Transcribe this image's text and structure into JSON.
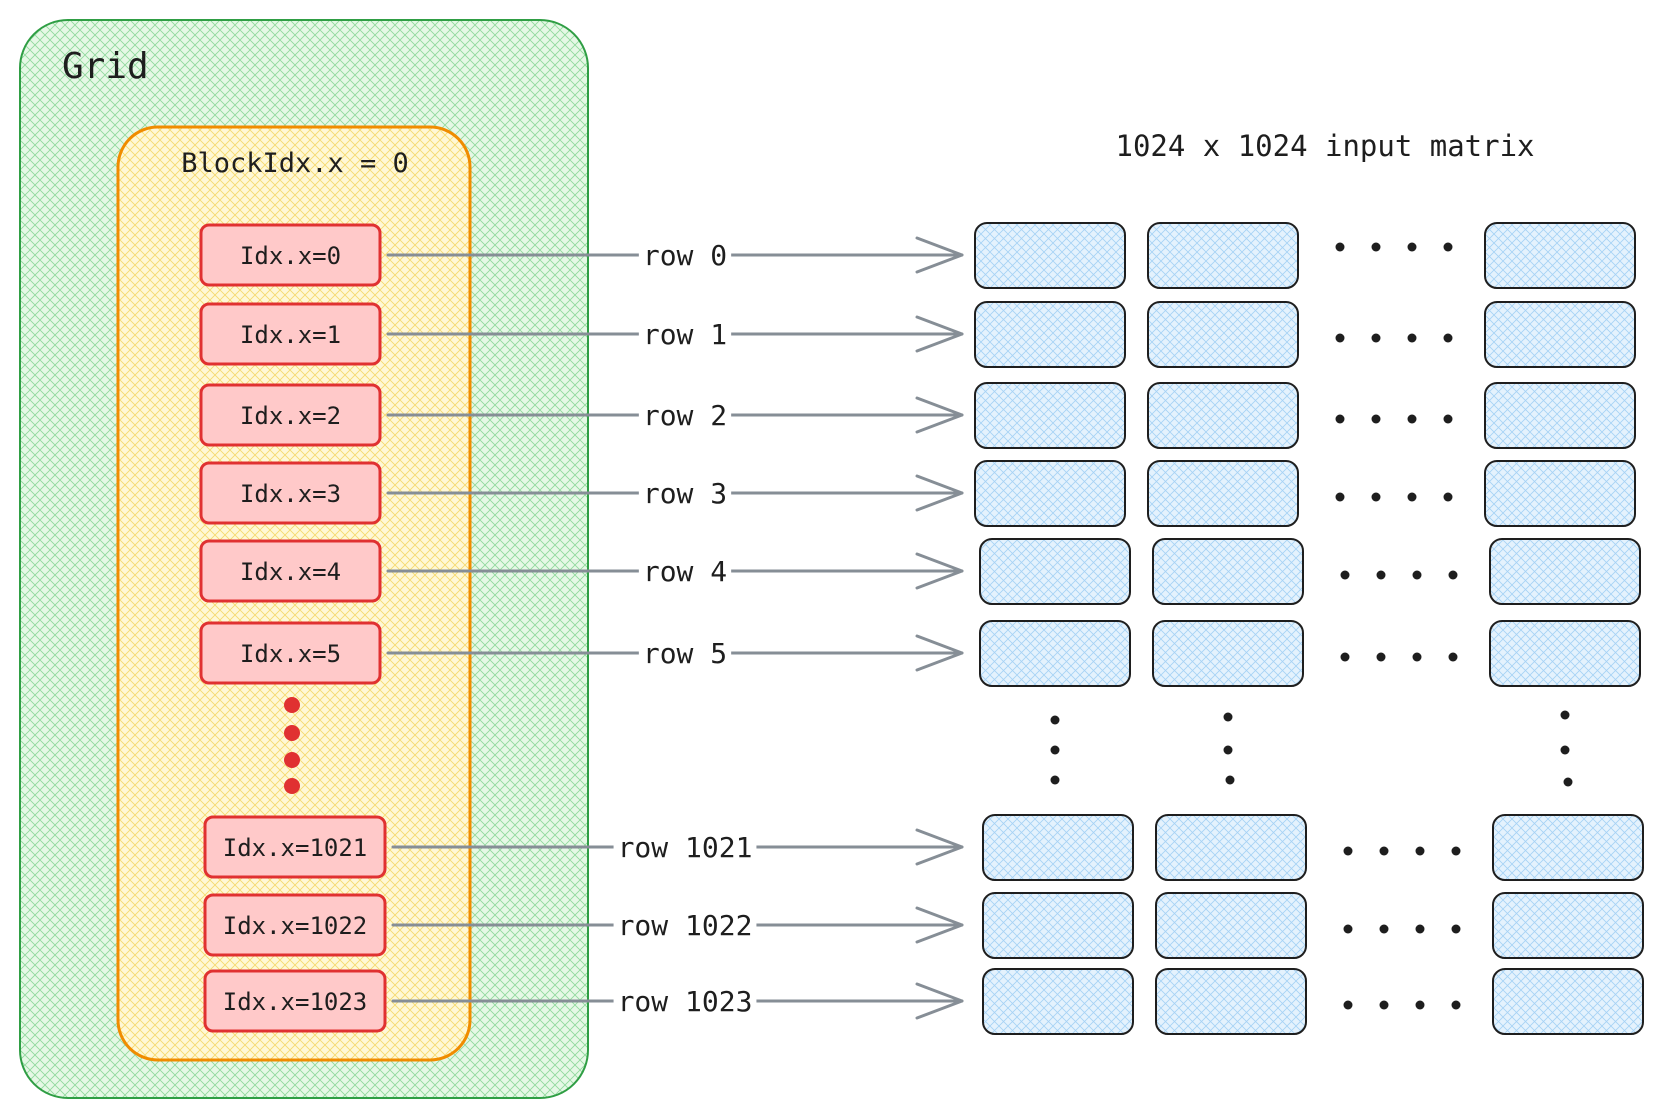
{
  "grid": {
    "title": "Grid"
  },
  "block": {
    "title": "BlockIdx.x = 0"
  },
  "matrix": {
    "title": "1024 x 1024 input matrix"
  },
  "threads": [
    {
      "label": "Idx.x=0",
      "row": "row 0"
    },
    {
      "label": "Idx.x=1",
      "row": "row 1"
    },
    {
      "label": "Idx.x=2",
      "row": "row 2"
    },
    {
      "label": "Idx.x=3",
      "row": "row 3"
    },
    {
      "label": "Idx.x=4",
      "row": "row 4"
    },
    {
      "label": "Idx.x=5",
      "row": "row 5"
    },
    {
      "label": "Idx.x=1021",
      "row": "row 1021"
    },
    {
      "label": "Idx.x=1022",
      "row": "row 1022"
    },
    {
      "label": "Idx.x=1023",
      "row": "row 1023"
    }
  ],
  "colors": {
    "grid_fill": "#e3f7e3",
    "grid_stroke": "#2f9e44",
    "block_fill": "#fff6cc",
    "block_stroke": "#f08c00",
    "thread_fill": "#ffc9c9",
    "thread_stroke": "#e03131",
    "cell_fill": "#dbeefc",
    "cell_stroke": "#1e1e1e",
    "arrow": "#868e96",
    "dot_red": "#e03131"
  }
}
